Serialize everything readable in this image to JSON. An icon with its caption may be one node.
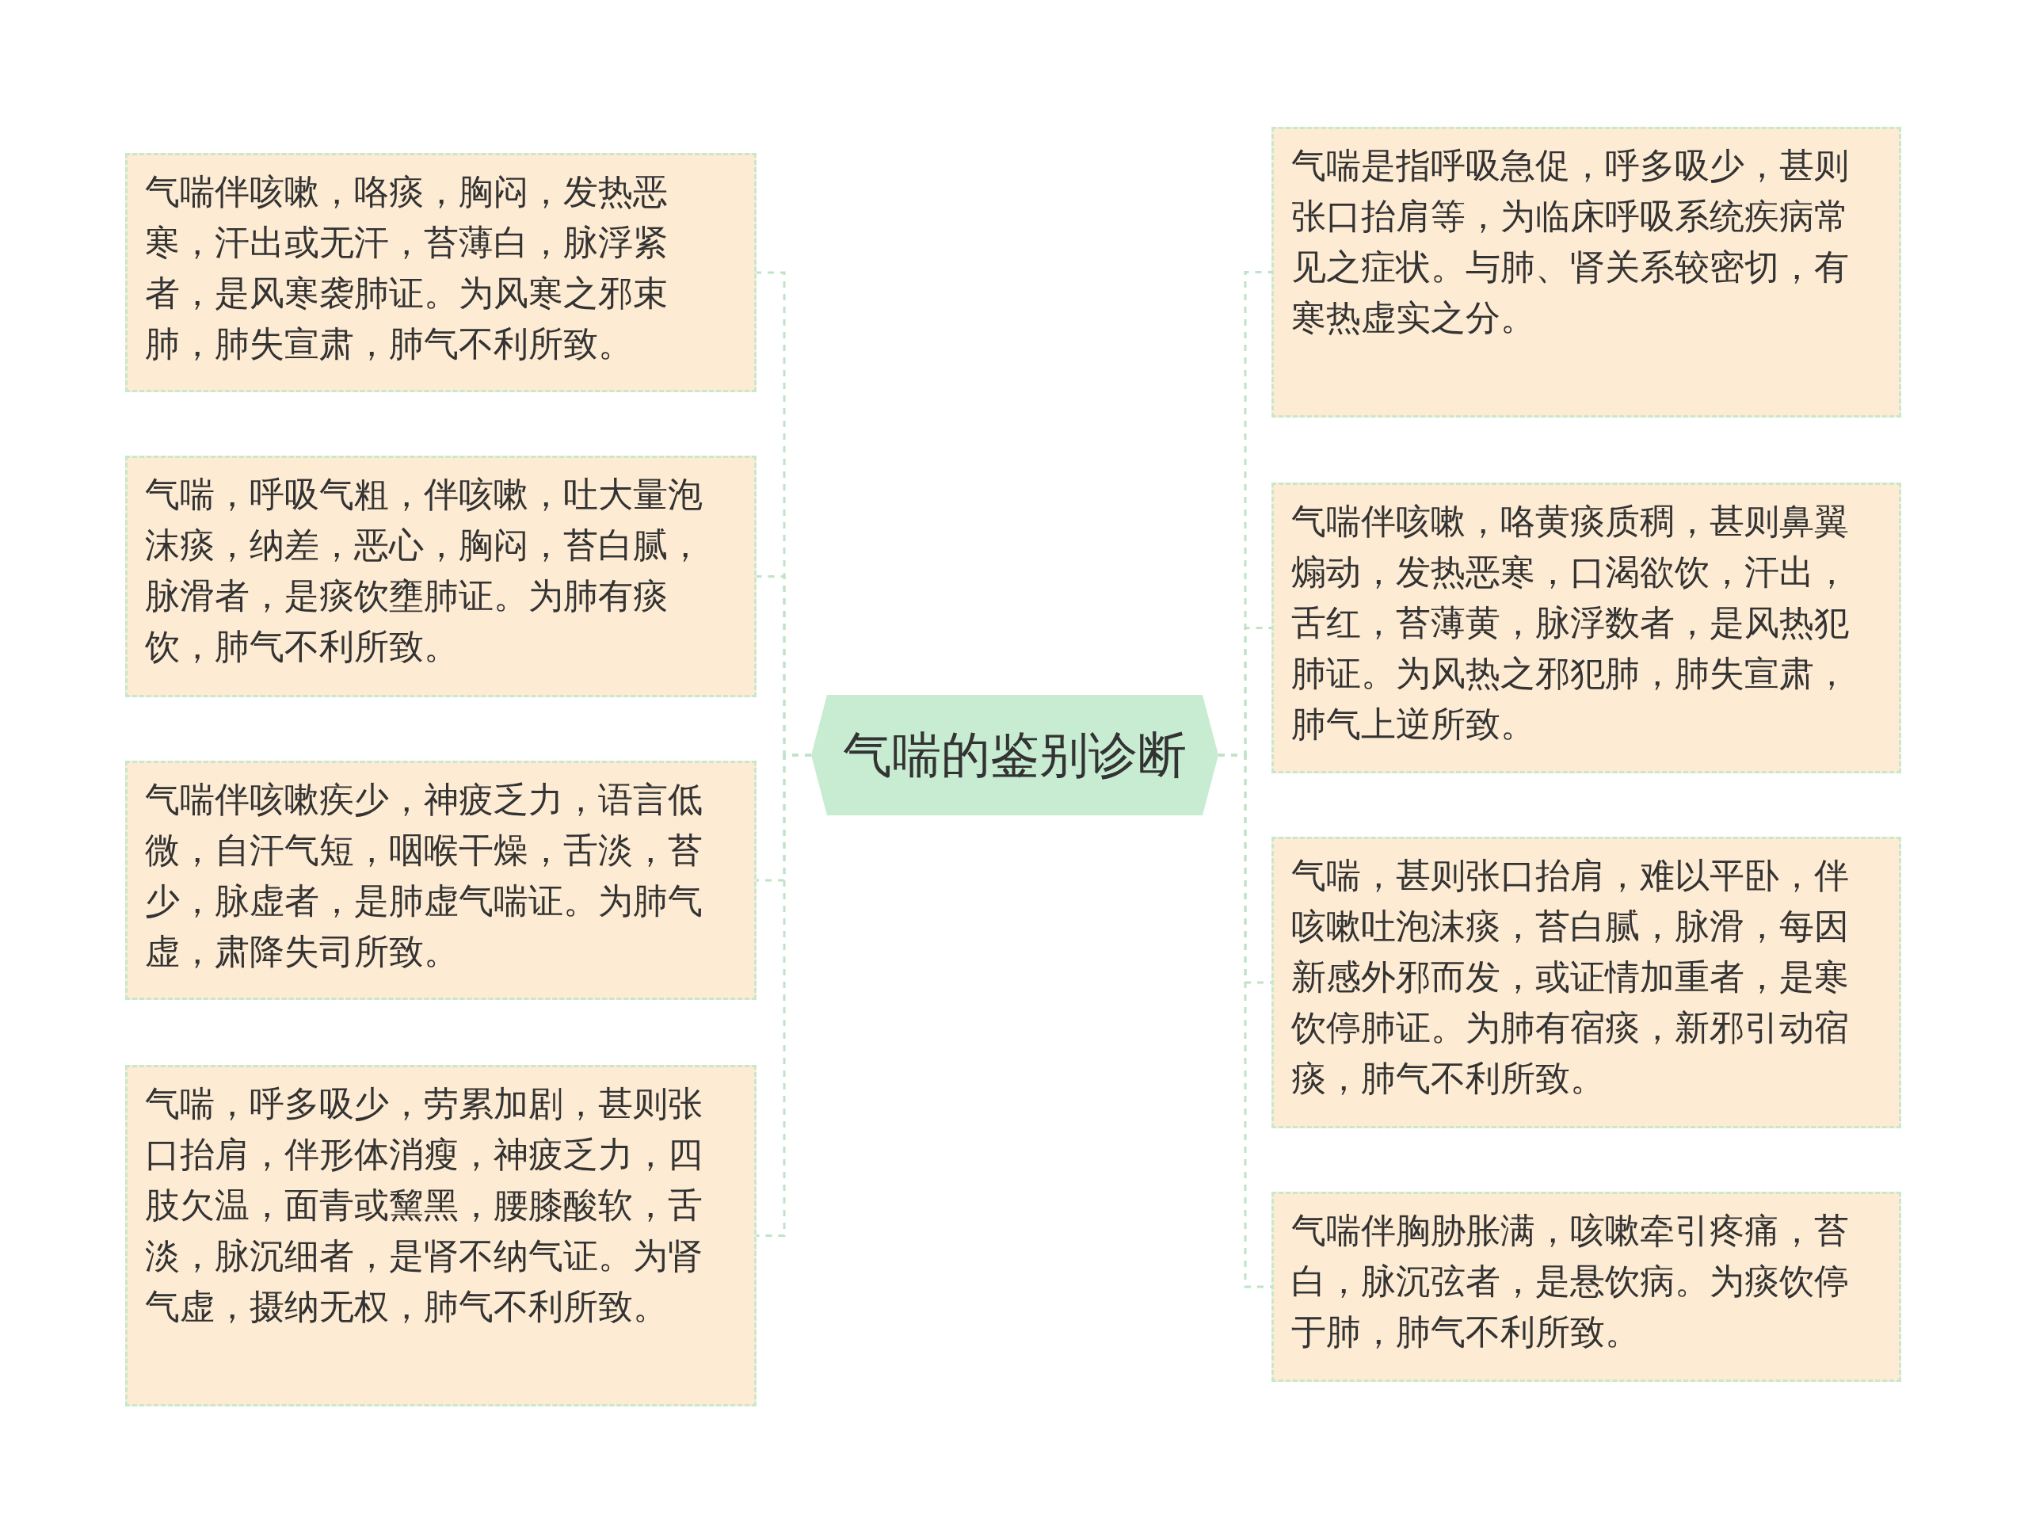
{
  "diagram": {
    "nodes": [
      {
        "text": [
          "气喘的鉴别诊断"
        ]
      },
      {
        "text": [
          "气喘伴咳嗽，咯痰，胸闷，发热恶寒，汗出或无汗，苔薄白，脉浮紧者，是风寒袭肺证。为风寒之邪束肺，肺失宣肃，肺气不利所致。"
        ]
      },
      {
        "text": [
          "气喘，呼吸气粗，伴咳嗽，吐大量泡沫痰，纳差，恶心，胸闷，苔白腻，脉滑者，是痰饮壅肺证。为肺有痰饮，肺气不利所致。"
        ]
      },
      {
        "text": [
          "气喘伴咳嗽疾少，神疲乏力，语言低微，自汗气短，咽喉干燥，舌淡，苔少，脉虚者，是肺虚气喘证。为肺气虚，肃降失司所致。"
        ]
      },
      {
        "text": [
          "气喘，呼多吸少，劳累加剧，甚则张口抬肩，伴形体消瘦，神疲乏力，四肢欠温，面青或黧黑，腰膝酸软，舌淡，脉沉细者，是肾不纳气证。为肾气虚，摄纳无权，肺气不利所致。"
        ]
      },
      {
        "text": [
          "气喘是指呼吸急促，呼多吸少，甚则张口抬肩等，为临床呼吸系统疾病常见之症状。与肺、肾关系较密切，有寒热虚实之分。"
        ]
      },
      {
        "text": [
          "气喘伴咳嗽，咯黄痰质稠，甚则鼻翼煽动，发热恶寒，口渴欲饮，汗出，舌红，苔薄黄，脉浮数者，是风热犯肺证。为风热之邪犯肺，肺失宣肃，肺气上逆所致。"
        ]
      },
      {
        "text": [
          "气喘，甚则张口抬肩，难以平卧，伴咳嗽吐泡沫痰，苔白腻，脉滑，每因新感外邪而发，或证情加重者，是寒饮停肺证。为肺有宿痰，新邪引动宿痰，肺气不利所致。"
        ]
      },
      {
        "text": [
          "气喘伴胸胁胀满，咳嗽牵引疼痛，苔白，脉沉弦者，是悬饮病。为痰饮停于肺，肺气不利所致。"
        ]
      }
    ],
    "edges": [
      {
        "from": 0,
        "to": 1,
        "arrow": "none",
        "style": "dashed"
      },
      {
        "from": 0,
        "to": 2,
        "arrow": "none",
        "style": "dashed"
      },
      {
        "from": 0,
        "to": 3,
        "arrow": "none",
        "style": "dashed"
      },
      {
        "from": 0,
        "to": 4,
        "arrow": "none",
        "style": "dashed"
      },
      {
        "from": 0,
        "to": 5,
        "arrow": "none",
        "style": "dashed"
      },
      {
        "from": 0,
        "to": 6,
        "arrow": "none",
        "style": "dashed"
      },
      {
        "from": 0,
        "to": 7,
        "arrow": "none",
        "style": "dashed"
      },
      {
        "from": 0,
        "to": 8,
        "arrow": "none",
        "style": "dashed"
      }
    ]
  }
}
